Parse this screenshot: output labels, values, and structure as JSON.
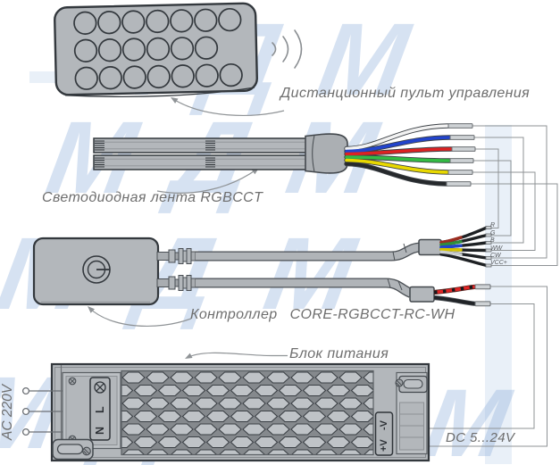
{
  "labels": {
    "remote": "Дистанционный пульт управления",
    "strip": "Светодиодная лента RGBCCT",
    "controller_prefix": "Контроллер",
    "controller_model": "CORE-RGBCCT-RC-WH",
    "psu": "Блок питания",
    "ac": "AC 220V",
    "dc": "DC 5...24V"
  },
  "controller_wires": [
    {
      "label": "R",
      "color": "#9b2d20"
    },
    {
      "label": "G",
      "color": "#2f8f3c"
    },
    {
      "label": "B",
      "color": "#2244cc"
    },
    {
      "label": "WW",
      "color": "#d4c400"
    },
    {
      "label": "CW",
      "color": "#c9cdd0"
    },
    {
      "label": "VCC+",
      "color": "#1e2124"
    }
  ],
  "strip_wires": [
    {
      "name": "white",
      "color": "#f2f2f2"
    },
    {
      "name": "blue",
      "color": "#2244cc"
    },
    {
      "name": "red",
      "color": "#dd2222"
    },
    {
      "name": "green",
      "color": "#33bb44"
    },
    {
      "name": "yellow",
      "color": "#e8d800"
    },
    {
      "name": "black",
      "color": "#26292c"
    }
  ],
  "psu_terminals": {
    "l": "L",
    "n": "N",
    "plus": "+V",
    "minus": "-V"
  },
  "power": {
    "input": "AC 220V",
    "output": "DC 5...24V"
  },
  "watermark": {
    "text": "МДМ",
    "color": "#93b4dc"
  },
  "remote": {
    "button_rows": [
      7,
      6,
      7
    ]
  }
}
